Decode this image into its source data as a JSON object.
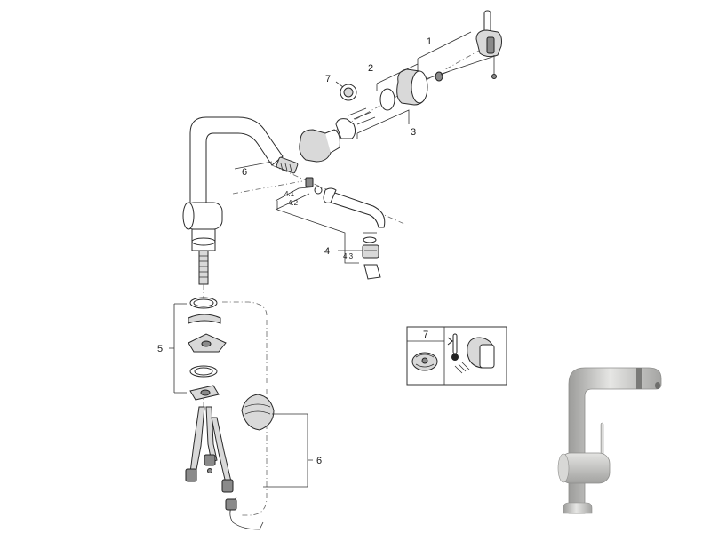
{
  "callouts": {
    "c1": "1",
    "c2": "2",
    "c3": "3",
    "c4": "4",
    "c4_1": "4.1",
    "c4_2": "4.2",
    "c4_3": "4.3",
    "c5": "5",
    "c6_hose": "6",
    "c6_weight": "6",
    "c7": "7"
  },
  "inset_box": {
    "label": "7"
  },
  "colors": {
    "line": "#333333",
    "metal_light": "#d9d9d9",
    "metal_dark": "#8a8a8a",
    "photo_steel": "#b8b8b6"
  }
}
